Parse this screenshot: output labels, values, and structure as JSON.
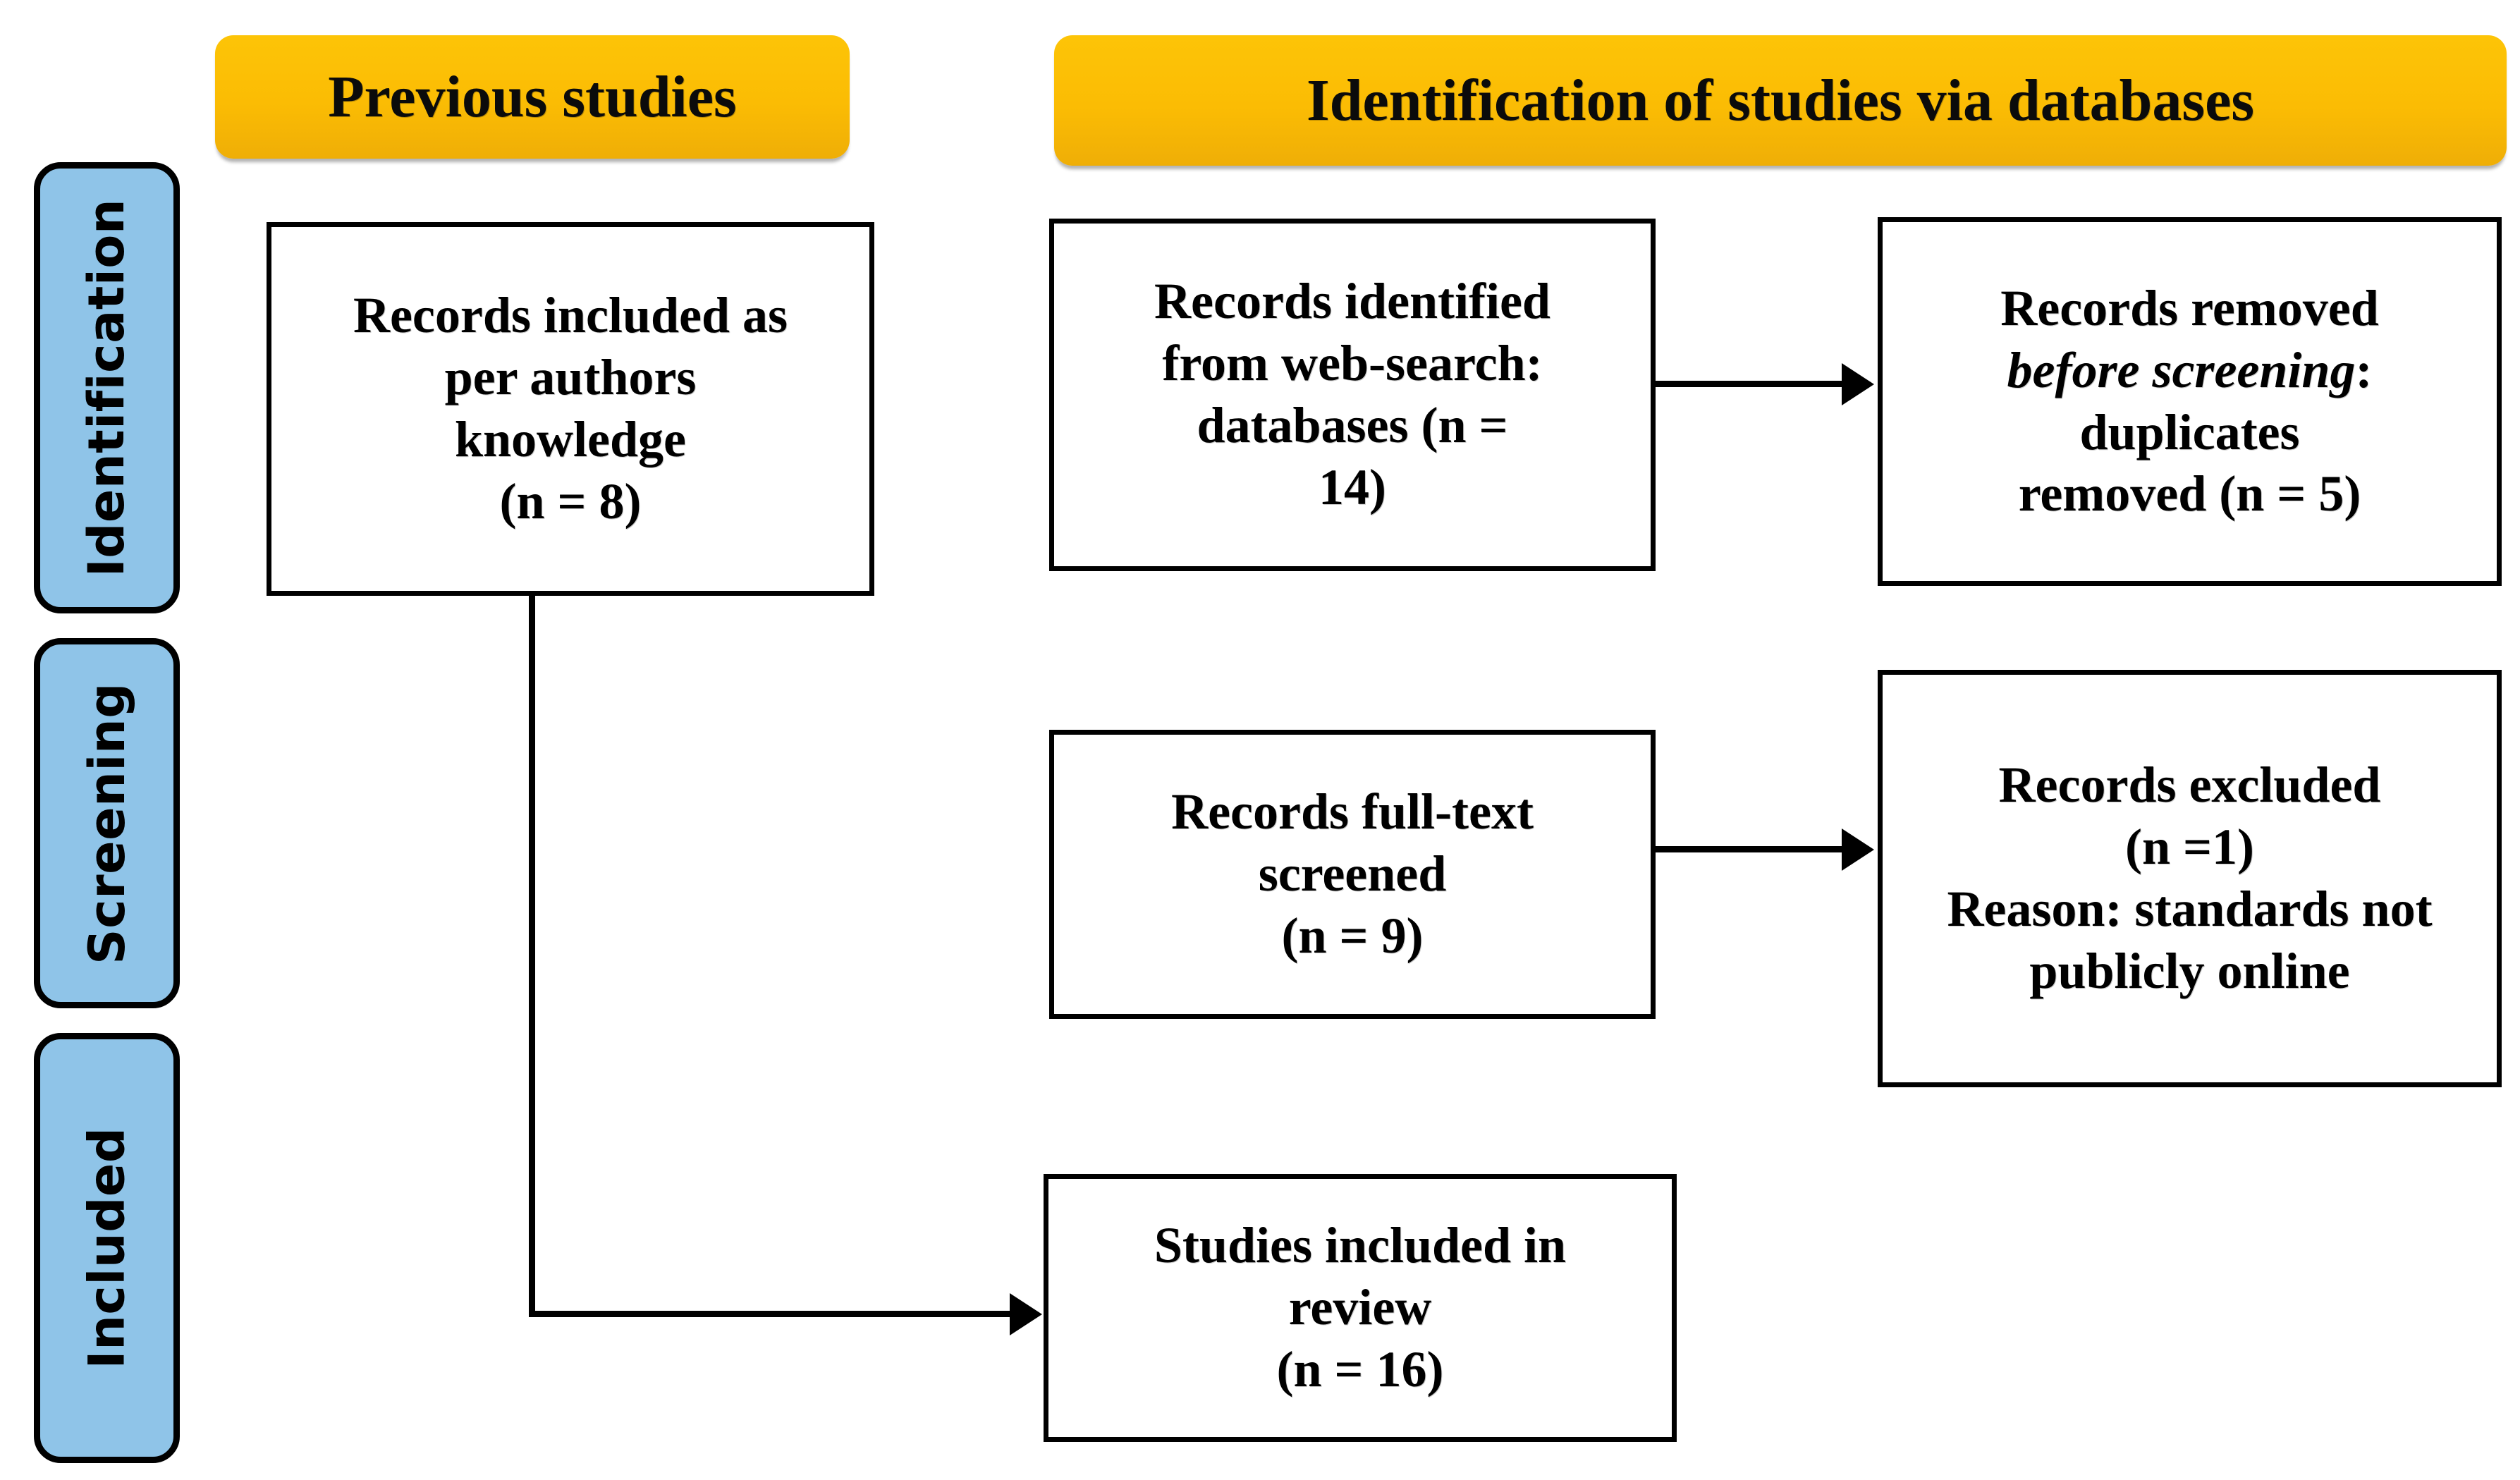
{
  "diagram": {
    "type": "prisma-flow-diagram",
    "title": "PRISMA flow diagram",
    "colors": {
      "banner_gold": "#FBBC04",
      "stage_blue": "#8FC4E8",
      "border_black": "#000000",
      "box_fill": "#FFFFFF"
    }
  },
  "stages": [
    {
      "label": "Identification"
    },
    {
      "label": "Screening"
    },
    {
      "label": "Included"
    }
  ],
  "banners": [
    {
      "label": "Previous studies"
    },
    {
      "label": "Identification of studies via databases"
    }
  ],
  "boxes": {
    "previous_studies": {
      "line1": "Records included as",
      "line2": "per authors",
      "line3": "knowledge",
      "line4": "(n = 8)",
      "n": 8
    },
    "records_identified": {
      "line1": "Records identified",
      "line2": "from web-search:",
      "line3": "databases (n =",
      "line4": "14)",
      "n": 14
    },
    "records_removed": {
      "line1": "Records removed",
      "line2_italic": "before screening",
      "line2_tail": ":",
      "line3": "duplicates",
      "line4": "removed (n = 5)",
      "n": 5
    },
    "records_screened": {
      "line1": "Records full-text",
      "line2": "screened",
      "line3": "(n = 9)",
      "n": 9
    },
    "records_excluded": {
      "line1": "Records excluded",
      "line2": "(n =1)",
      "line3": "Reason: standards not",
      "line4": "publicly online",
      "n": 1
    },
    "studies_included": {
      "line1": "Studies included in",
      "line2": "review",
      "line3": "(n = 16)",
      "n": 16
    }
  }
}
